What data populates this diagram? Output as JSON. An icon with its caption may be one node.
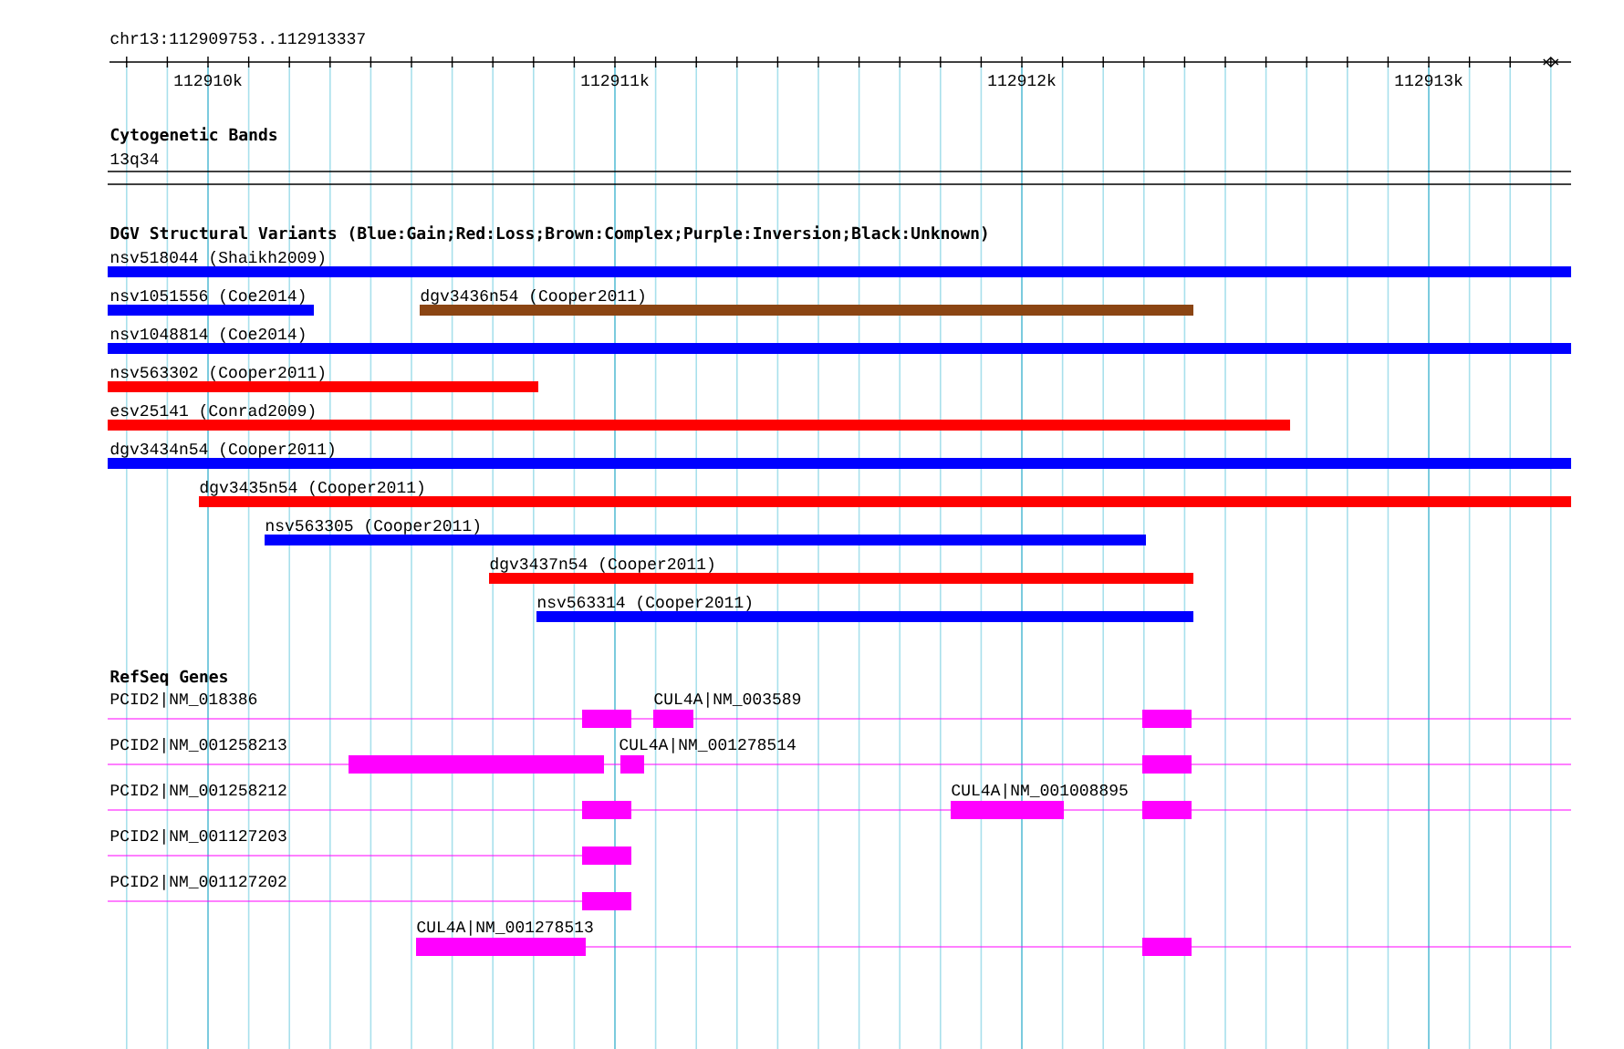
{
  "diagram": {
    "nodes": [
      {
        "text": [
          "nsv518044 (Shaikh2009)"
        ]
      },
      {
        "text": [
          "nsv1051556 (Coe2014)"
        ]
      },
      {
        "text": [
          "dgv3436n54 (Cooper2011)"
        ]
      },
      {
        "text": [
          "nsv1048814 (Coe2014)"
        ]
      },
      {
        "text": [
          "nsv563302 (Cooper2011)"
        ]
      },
      {
        "text": [
          "esv25141 (Conrad2009)"
        ]
      },
      {
        "text": [
          "dgv3434n54 (Cooper2011)"
        ]
      },
      {
        "text": [
          "dgv3435n54 (Cooper2011)"
        ]
      },
      {
        "text": [
          "nsv563305 (Cooper2011)"
        ]
      },
      {
        "text": [
          "dgv3437n54 (Cooper2011)"
        ]
      },
      {
        "text": [
          "nsv563314 (Cooper2011)"
        ]
      },
      {
        "text": [
          "PCID2|NM_018386"
        ]
      },
      {
        "text": [
          "CUL4A|NM_003589"
        ]
      },
      {
        "text": [
          "PCID2|NM_001258213"
        ]
      },
      {
        "text": [
          "CUL4A|NM_001278514"
        ]
      },
      {
        "text": [
          "PCID2|NM_001258212"
        ]
      },
      {
        "text": [
          "CUL4A|NM_001008895"
        ]
      },
      {
        "text": [
          "PCID2|NM_001127203"
        ]
      },
      {
        "text": [
          "PCID2|NM_001127202"
        ]
      },
      {
        "text": [
          "CUL4A|NM_001278513"
        ]
      }
    ],
    "labels": [
      "chr13:112909753..112913337",
      "112910k",
      "112911k",
      "112912k",
      "112913k",
      "Cytogenetic Bands",
      "13q34",
      "DGV Structural Variants (Blue:Gain;Red:Loss;Brown:Complex;Purple:Inversion;Black:Unknown)",
      "RefSeq Genes"
    ]
  }
}
